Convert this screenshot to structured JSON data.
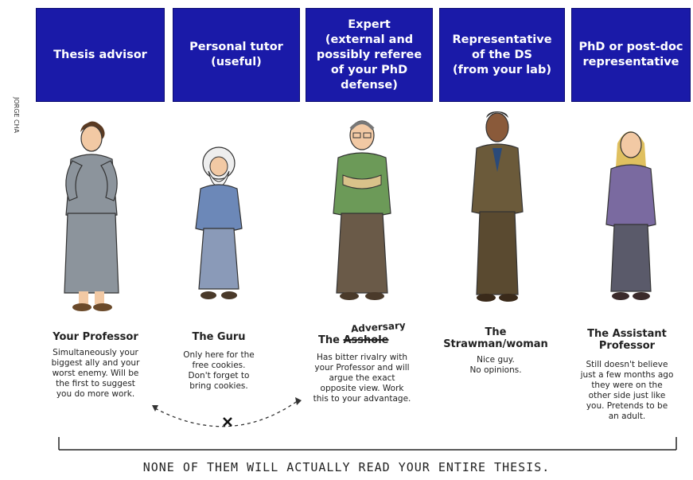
{
  "roles": [
    {
      "label": "Thesis advisor"
    },
    {
      "label": "Personal tutor\n(useful)"
    },
    {
      "label": "Expert\n(external and\npossibly referee\nof your PhD\ndefense)"
    },
    {
      "label": "Representative\nof the DS\n(from your lab)"
    },
    {
      "label": "PhD or post-doc\nrepresentative"
    }
  ],
  "signature": "JORGE CHA",
  "characters": [
    {
      "name": "Your Professor",
      "desc": "Simultaneously your\nbiggest ally and your\nworst enemy. Will be\nthe first to suggest\nyou do more work."
    },
    {
      "name": "The Guru",
      "desc": "Only here for the\nfree cookies.\nDon't forget to\nbring cookies."
    },
    {
      "name_prefix": "The",
      "name_struck": "Asshole",
      "name_correction": "Adversary",
      "desc": "Has bitter rivalry with\nyour Professor and will\nargue the exact\nopposite view. Work\nthis to your advantage."
    },
    {
      "name": "The\nStrawman/woman",
      "desc": "Nice guy.\nNo opinions."
    },
    {
      "name": "The Assistant\nProfessor",
      "desc": "Still doesn't believe\njust a few months ago\nthey were on the\nother side just like\nyou. Pretends to be\nan adult."
    }
  ],
  "footer": "NONE OF THEM WILL ACTUALLY READ YOUR ENTIRE THESIS.",
  "colors": {
    "role_box_bg": "#1a1aa8",
    "role_box_text": "#ffffff"
  }
}
